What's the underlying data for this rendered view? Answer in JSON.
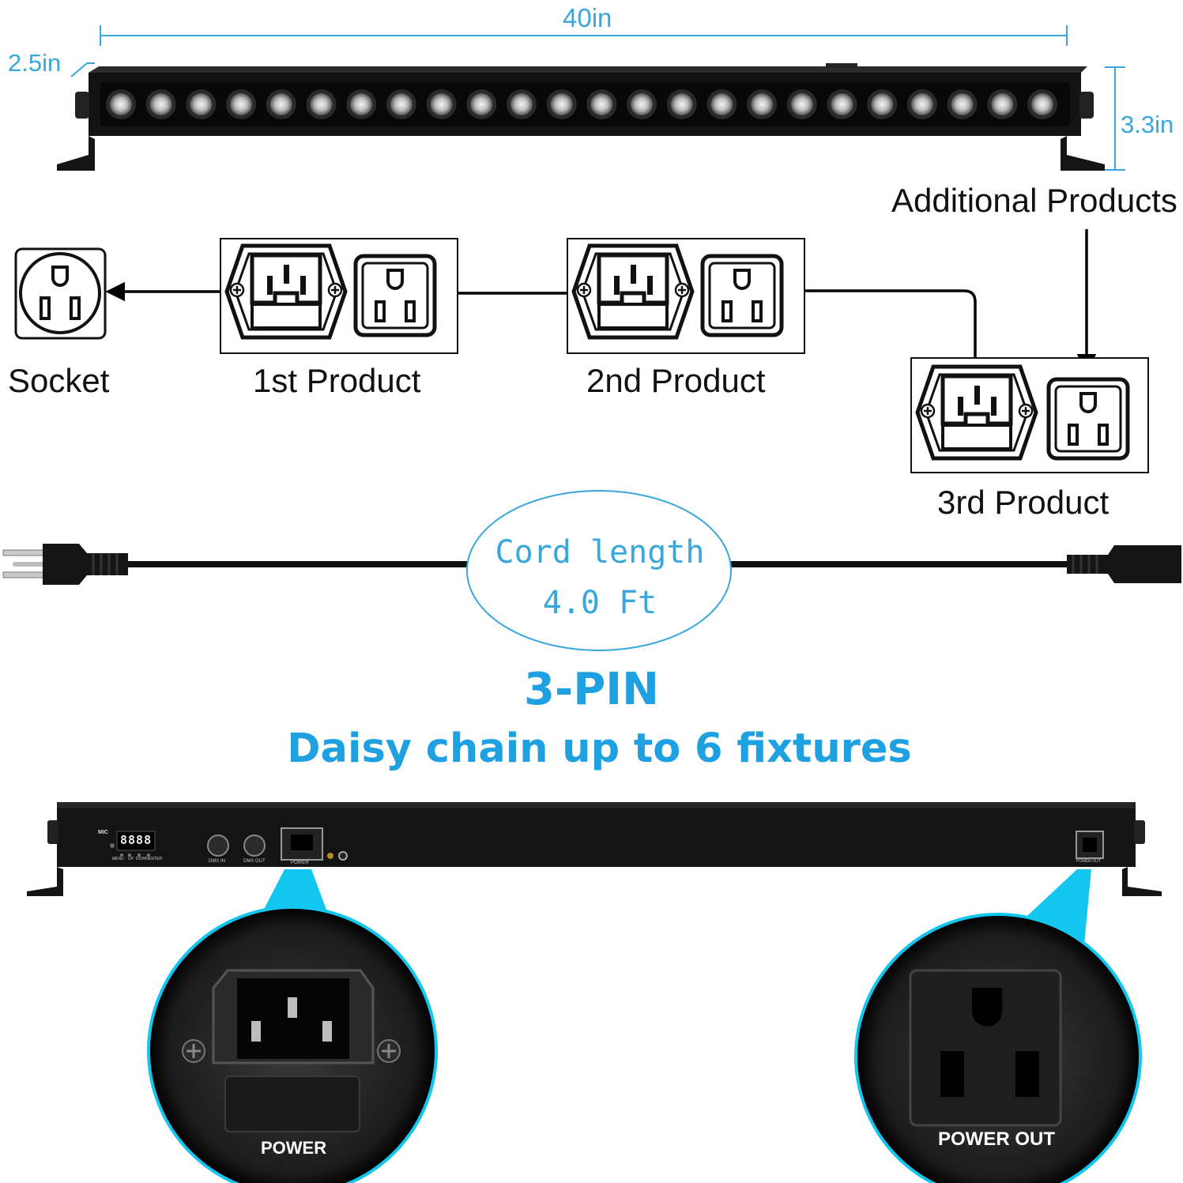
{
  "dimensions": {
    "length": "40in",
    "depth": "2.5in",
    "height": "3.3in"
  },
  "chain": {
    "additional": "Additional Products",
    "socket": "Socket",
    "products": [
      "1st Product",
      "2nd Product",
      "3rd Product"
    ]
  },
  "cord": {
    "line1": "Cord length",
    "line2": "4.0 Ft"
  },
  "headline": {
    "line1": "3-PIN",
    "line2": "Daisy chain up to 6 fixtures"
  },
  "rear_panel": {
    "labels": [
      "MIC",
      "MENU",
      "UP",
      "DOWN",
      "ENTER",
      "DMX IN",
      "DMX OUT",
      "POWER",
      "POWER OUT"
    ],
    "display": "8888"
  },
  "callouts": {
    "power": "POWER",
    "power_out": "POWER OUT"
  },
  "colors": {
    "accent": "#1fa0e0",
    "dimension": "#3aa6dc",
    "bar": "#111111"
  },
  "led_count": 24
}
